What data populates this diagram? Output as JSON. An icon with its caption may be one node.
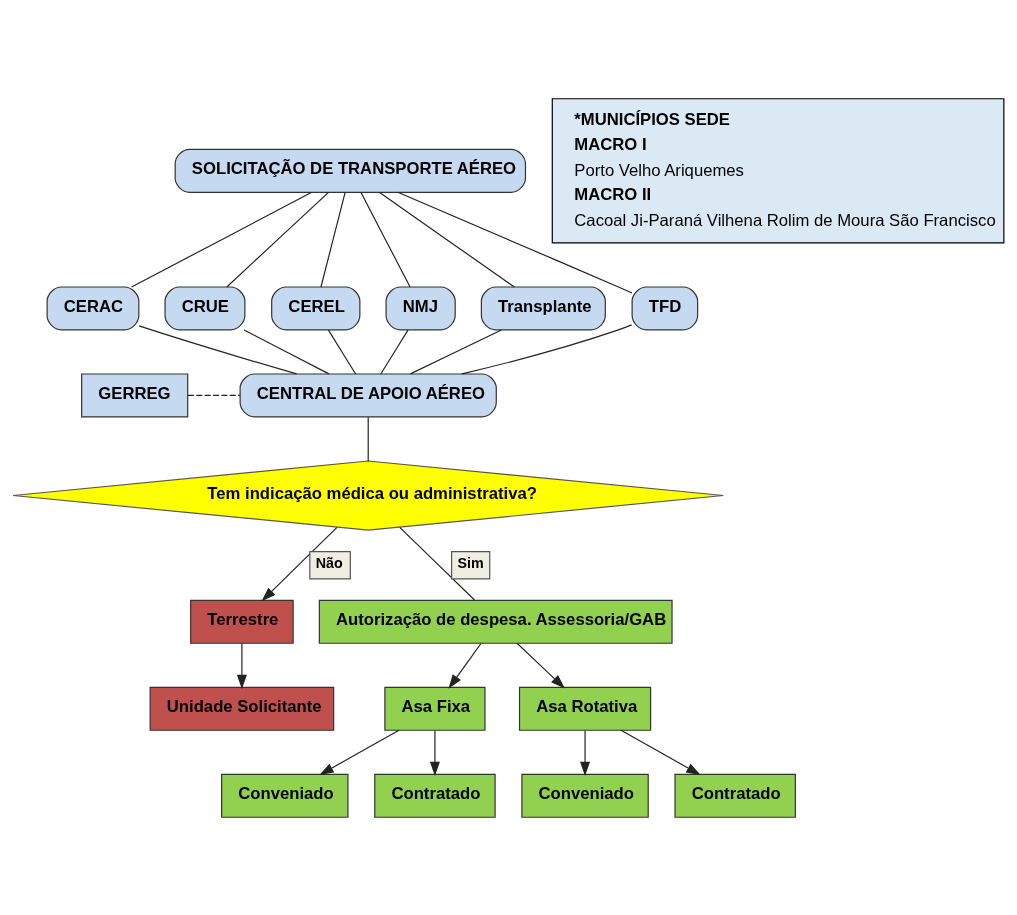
{
  "diagram": {
    "nodes": [
      {
        "text": [
          "SOLICITAÇÃO DE TRANSPORTE AÉREO"
        ]
      },
      {
        "text": [
          "CERAC"
        ]
      },
      {
        "text": [
          "CRUE"
        ]
      },
      {
        "text": [
          "CEREL"
        ]
      },
      {
        "text": [
          "NMJ"
        ]
      },
      {
        "text": [
          "Transplante"
        ]
      },
      {
        "text": [
          "TFD"
        ]
      },
      {
        "text": [
          "GERREG"
        ]
      },
      {
        "text": [
          "CENTRAL DE APOIO AÉREO"
        ]
      },
      {
        "text": [
          "Tem indicação médica ou administrativa?"
        ]
      },
      {
        "text": [
          "Terrestre"
        ]
      },
      {
        "text": [
          "Unidade Solicitante"
        ]
      },
      {
        "text": [
          "Autorização de despesa. Assessoria/GAB"
        ]
      },
      {
        "text": [
          "Asa Fixa"
        ]
      },
      {
        "text": [
          "Asa Rotativa"
        ]
      },
      {
        "text": [
          "Conveniado"
        ]
      },
      {
        "text": [
          "Contratado"
        ]
      },
      {
        "text": [
          "Conveniado"
        ]
      },
      {
        "text": [
          "Contratado"
        ]
      },
      {
        "text": [
          "*MUNICÍPIOS SEDE",
          "MACRO I",
          "Porto Velho Ariquemes",
          "MACRO II",
          "Cacoal Ji-Paraná Vilhena Rolim de Moura São Francisco"
        ]
      }
    ],
    "edges": [
      {
        "from": 0,
        "to": 1,
        "arrow": "none"
      },
      {
        "from": 0,
        "to": 2,
        "arrow": "none"
      },
      {
        "from": 0,
        "to": 3,
        "arrow": "none"
      },
      {
        "from": 0,
        "to": 4,
        "arrow": "none"
      },
      {
        "from": 0,
        "to": 5,
        "arrow": "none"
      },
      {
        "from": 0,
        "to": 6,
        "arrow": "none"
      },
      {
        "from": 1,
        "to": 8,
        "arrow": "none"
      },
      {
        "from": 2,
        "to": 8,
        "arrow": "none"
      },
      {
        "from": 3,
        "to": 8,
        "arrow": "none"
      },
      {
        "from": 4,
        "to": 8,
        "arrow": "none"
      },
      {
        "from": 5,
        "to": 8,
        "arrow": "none"
      },
      {
        "from": 6,
        "to": 8,
        "arrow": "none"
      },
      {
        "from": 7,
        "to": 8,
        "arrow": "none",
        "style": "dashed"
      },
      {
        "from": 8,
        "to": 9,
        "arrow": "none"
      },
      {
        "from": 9,
        "to": 10,
        "arrow": "to",
        "label": "Não"
      },
      {
        "from": 10,
        "to": 11,
        "arrow": "to"
      },
      {
        "from": 9,
        "to": 12,
        "arrow": "none",
        "label": "Sim"
      },
      {
        "from": 12,
        "to": 13,
        "arrow": "to"
      },
      {
        "from": 12,
        "to": 14,
        "arrow": "to"
      },
      {
        "from": 13,
        "to": 15,
        "arrow": "to"
      },
      {
        "from": 13,
        "to": 16,
        "arrow": "to"
      },
      {
        "from": 14,
        "to": 17,
        "arrow": "to"
      },
      {
        "from": 14,
        "to": 18,
        "arrow": "to"
      }
    ]
  }
}
